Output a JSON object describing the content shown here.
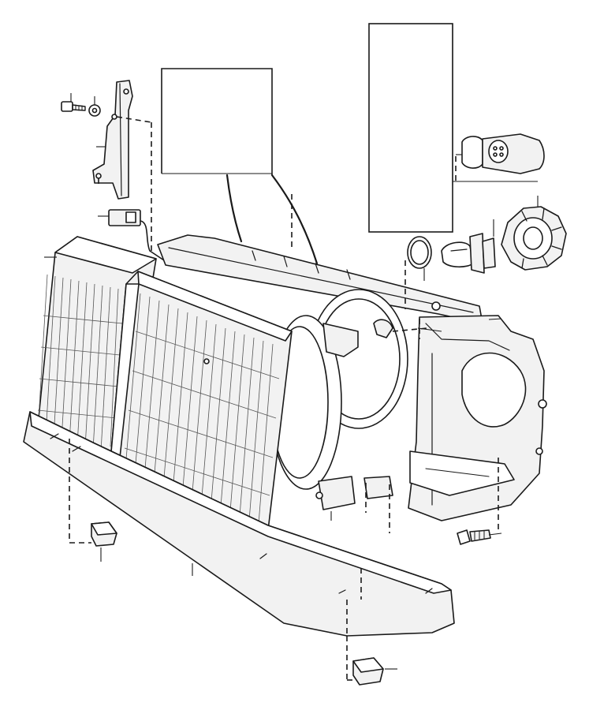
{
  "diagram": {
    "kind": "exploded-parts-view",
    "ink_color": "#1a1a1a",
    "paper_color": "#ffffff",
    "parts": [
      "screw-icon",
      "washer-icon",
      "mounting-bracket",
      "connector-clip",
      "left-headlamp-lens",
      "right-headlamp-lens",
      "headlamp-housing",
      "bulb-socket-icon",
      "seal-ring-icon",
      "halogen-bulb-icon",
      "bulb-cap-icon",
      "front-trim-strip",
      "trim-clip-icon",
      "housing-screw-icon"
    ]
  }
}
